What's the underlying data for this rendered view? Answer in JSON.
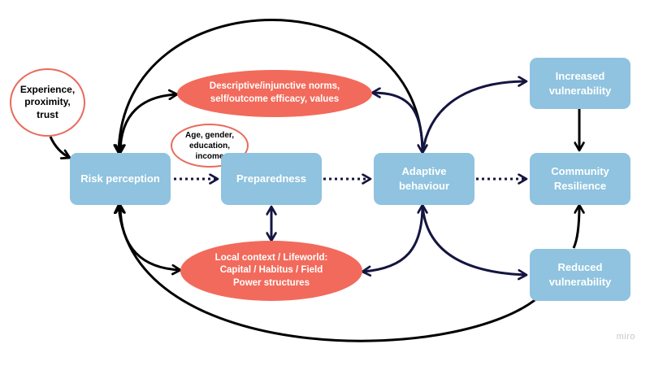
{
  "nodes": {
    "risk_perception": "Risk perception",
    "preparedness": "Preparedness",
    "adaptive_behaviour": "Adaptive\nbehaviour",
    "community_resilience": "Community\nResilience",
    "increased_vulnerability": "Increased\nvulnerability",
    "reduced_vulnerability": "Reduced\nvulnerability",
    "norms": "Descriptive/injunctive norms,\nself/outcome efficacy, values",
    "local_context": "Local context / Lifeworld:\nCapital / Habitus / Field\nPower structures",
    "experience": "Experience,\nproximity,\ntrust",
    "demographics": "Age, gender,\neducation,\nincome"
  },
  "colors": {
    "box_fill": "#8fc3df",
    "ellipse_fill": "#f26a5b",
    "ellipse_outline": "#e86b5d",
    "arrow_solid": "#000000",
    "arrow_navy": "#141540"
  },
  "watermark": "miro"
}
